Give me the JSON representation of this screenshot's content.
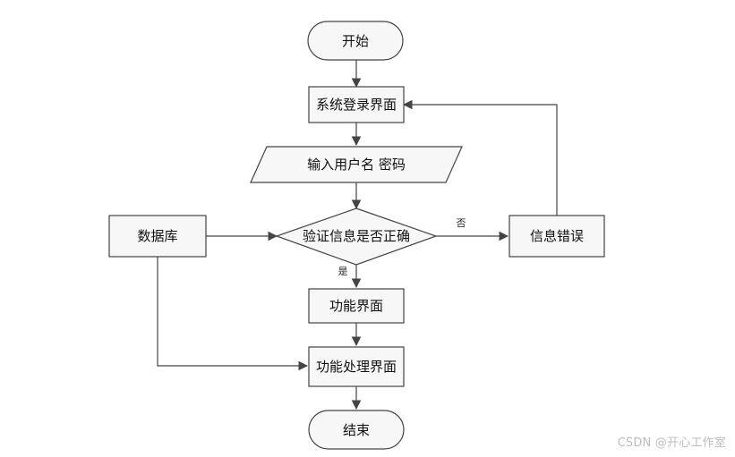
{
  "nodes": {
    "start": "开始",
    "login_screen": "系统登录界面",
    "input_credentials": "输入用户名 密码",
    "database": "数据库",
    "verify": "验证信息是否正确",
    "error_info": "信息错误",
    "function_screen": "功能界面",
    "function_process_screen": "功能处理界面",
    "end": "结束"
  },
  "edge_labels": {
    "no": "否",
    "yes": "是"
  },
  "watermark": "CSDN @开心工作室"
}
